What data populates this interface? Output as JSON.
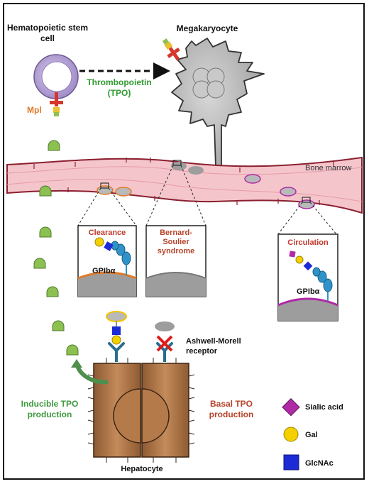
{
  "labels": {
    "hsc_line1": "Hematopoietic stem",
    "hsc_line2": "cell",
    "megakaryocyte": "Megakaryocyte",
    "mpl": "Mpl",
    "tpo_line1": "Thrombopoietin",
    "tpo_line2": "(TPO)",
    "bone_marrow": "Bone marrow",
    "clearance": "Clearance",
    "gp_clearance": "GPIbα",
    "bss_line1": "Bernard-",
    "bss_line2": "Soulier",
    "bss_line3": "syndrome",
    "circulation": "Circulation",
    "gp_circulation": "GPIbα",
    "amr_line1": "Ashwell-Morell",
    "amr_line2": "receptor",
    "inducible_line1": "Inducible TPO",
    "inducible_line2": "production",
    "basal_line1": "Basal TPO",
    "basal_line2": "production",
    "hepatocyte": "Hepatocyte"
  },
  "legend": [
    {
      "label": "Sialic acid",
      "shape": "diamond",
      "color": "#b02aa6"
    },
    {
      "label": "Gal",
      "shape": "circle",
      "color": "#f5d000"
    },
    {
      "label": "GlcNAc",
      "shape": "square",
      "color": "#1d2bd6"
    }
  ],
  "colors": {
    "tpo_green": "#2f9a2f",
    "mpl_orange": "#e07a27",
    "clearance_red": "#c0392b",
    "inducible_green": "#3f9a3f",
    "basal_red": "#b5432b",
    "vessel_pink": "#f4c6cc",
    "hepatocyte_brown": "#b57a4a",
    "receptor_blue": "#2f93c9"
  }
}
